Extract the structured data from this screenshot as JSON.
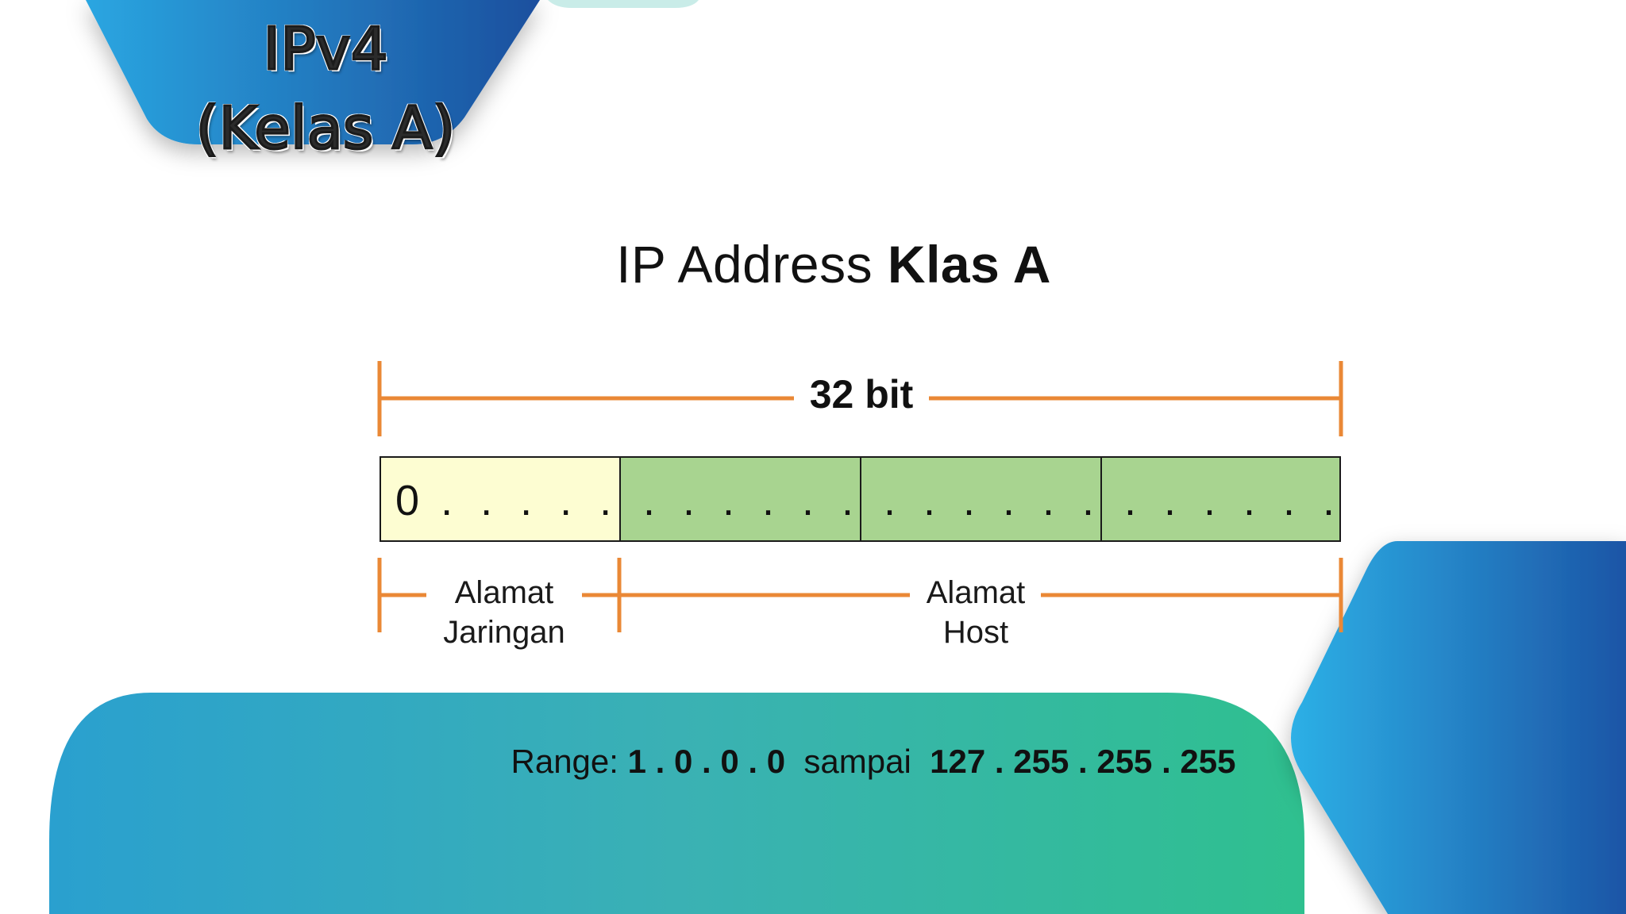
{
  "badge": {
    "line1": "IPv4",
    "line2": "(Kelas A)"
  },
  "title": {
    "normal": "IP Address ",
    "bold": "Klas A"
  },
  "diagram": {
    "total_bits_label": "32 bit",
    "octets": [
      {
        "lead": "0",
        "dots": ". . . . . . .",
        "color": "#fdfdd2"
      },
      {
        "lead": "",
        "dots": ". . . . . . . .",
        "color": "#a8d490"
      },
      {
        "lead": "",
        "dots": ". . . . . . . .",
        "color": "#a8d490"
      },
      {
        "lead": "",
        "dots": ". . . . . . . .",
        "color": "#a8d490"
      }
    ],
    "network_label": {
      "line1": "Alamat",
      "line2": "Jaringan"
    },
    "host_label": {
      "line1": "Alamat",
      "line2": "Host"
    },
    "bracket_color": "#ea8836"
  },
  "range": {
    "prefix": "Range:",
    "start": "1 . 0 . 0 . 0",
    "middle": "sampai",
    "end": "127 . 255 . 255 . 255"
  },
  "colors": {
    "blue_light": "#2ca5e0",
    "blue_dark": "#1a4fa0",
    "teal": "#2fbb98"
  }
}
